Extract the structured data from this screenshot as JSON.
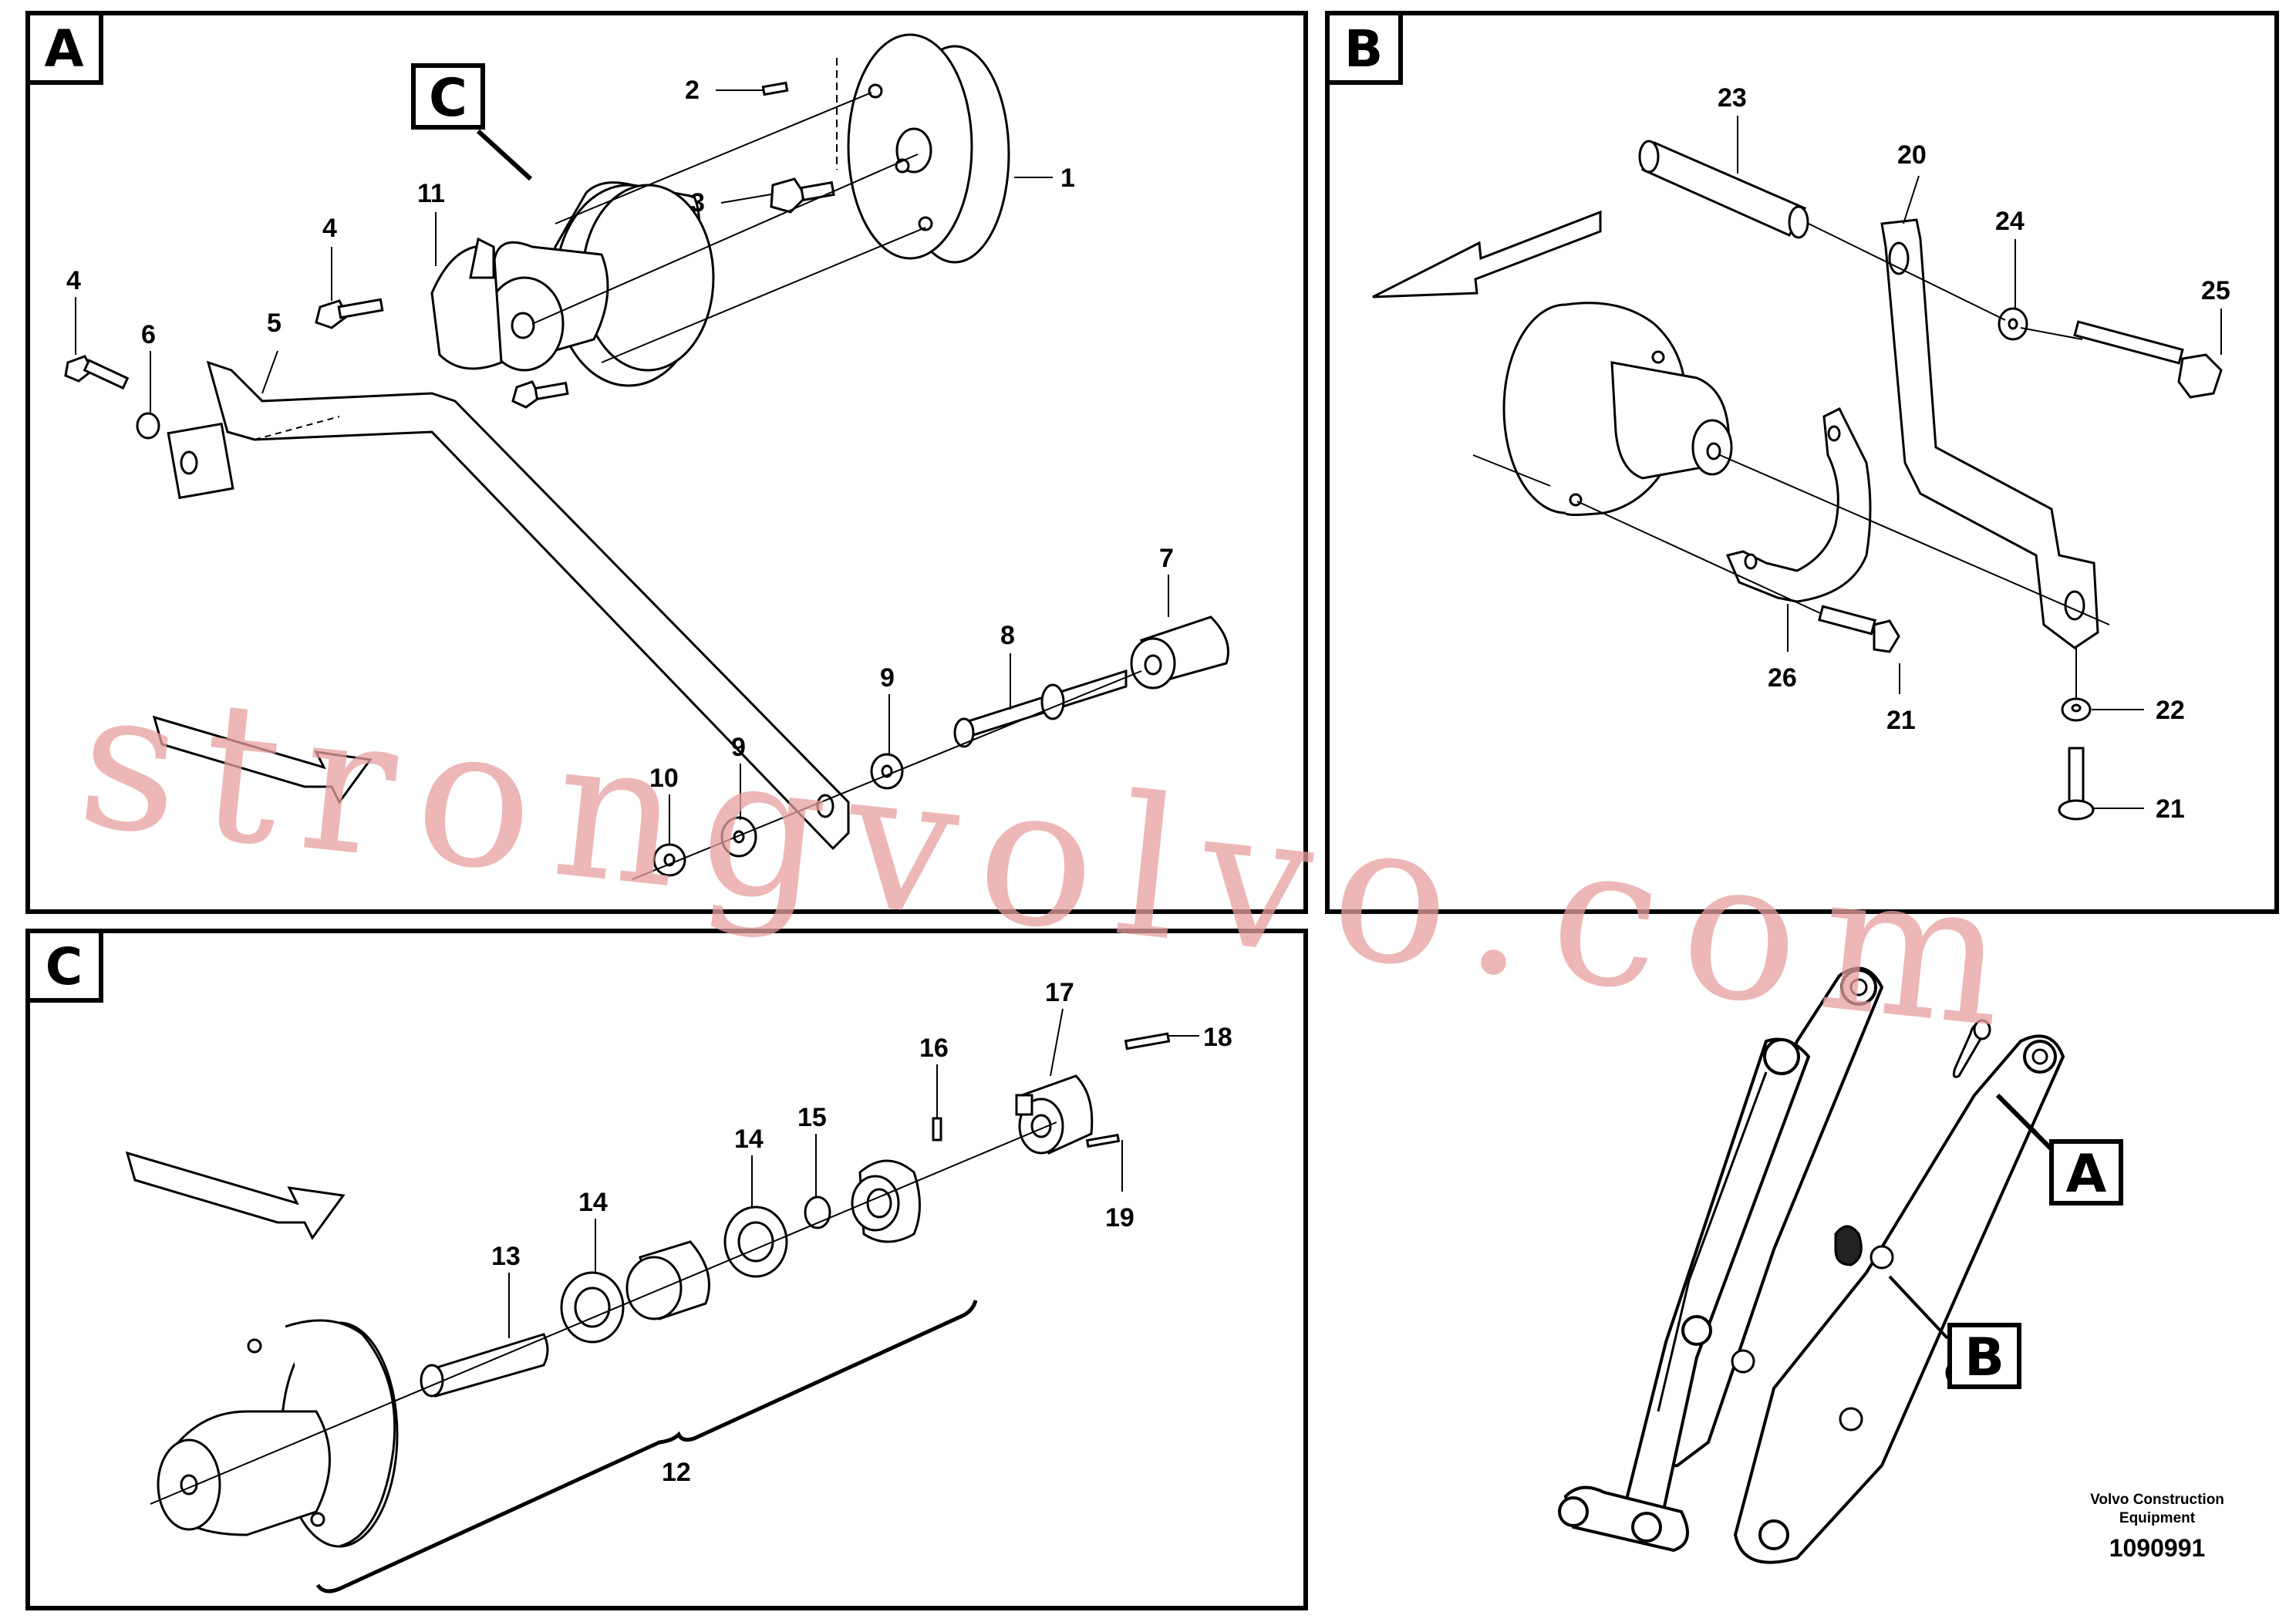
{
  "panels": {
    "a": {
      "label": "A"
    },
    "b": {
      "label": "B"
    },
    "c": {
      "label": "C"
    }
  },
  "refs": {
    "c_in_a": "C",
    "a_in_overview": "A",
    "b_in_overview": "B"
  },
  "callouts": {
    "a": [
      "1",
      "2",
      "3",
      "4",
      "4",
      "5",
      "6",
      "7",
      "8",
      "9",
      "9",
      "10",
      "11"
    ],
    "b": [
      "20",
      "21",
      "21",
      "22",
      "23",
      "24",
      "25",
      "26"
    ],
    "c": [
      "12",
      "13",
      "14",
      "14",
      "15",
      "16",
      "17",
      "18",
      "19"
    ]
  },
  "footer": {
    "line1": "Volvo Construction",
    "line2": "Equipment",
    "number": "1090991"
  },
  "watermark": "strongvolvo.com"
}
